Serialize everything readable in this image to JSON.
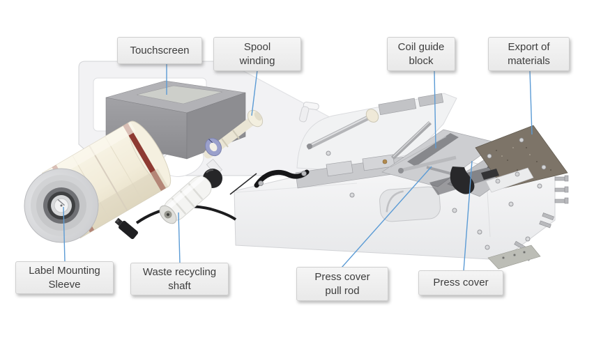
{
  "callouts": [
    {
      "id": "touchscreen",
      "label": "Touchscreen"
    },
    {
      "id": "spool-winding",
      "label": "Spool\nwinding"
    },
    {
      "id": "coil-guide-block",
      "label": "Coil guide\nblock"
    },
    {
      "id": "export-of-materials",
      "label": "Export of\nmaterials"
    },
    {
      "id": "label-mounting-sleeve",
      "label": "Label Mounting\nSleeve"
    },
    {
      "id": "waste-recycling-shaft",
      "label": "Waste recycling\nshaft"
    },
    {
      "id": "press-cover-pull-rod",
      "label": "Press cover\npull rod"
    },
    {
      "id": "press-cover",
      "label": "Press cover"
    }
  ],
  "colors": {
    "callout_line": "#5b9bd5",
    "callout_box_bg": "#e9e9e9",
    "callout_box_border": "#cfcfcf",
    "callout_text": "#3d3d3d",
    "machine_body": "#f3f3f4",
    "machine_outline": "#d2d3d6",
    "touchscreen_gray": "#98989c",
    "sleeve_cream": "#f2ecd9",
    "sleeve_maroon": "#8e3a32",
    "export_plate": "#7d7468",
    "collar_purple": "#9aa0cc",
    "cable_black": "#1c1c1e"
  }
}
